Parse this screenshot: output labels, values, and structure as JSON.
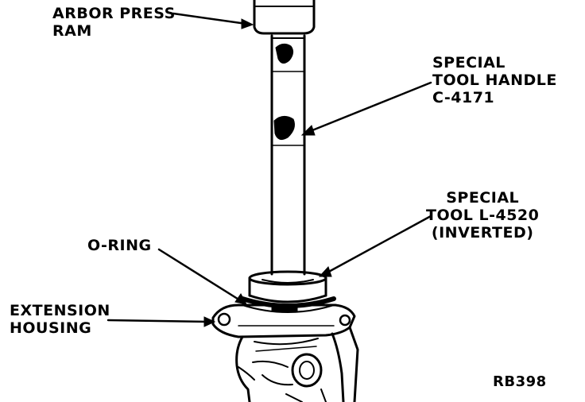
{
  "labels": {
    "arbor_press_ram": [
      "ARBOR PRESS",
      "RAM"
    ],
    "special_tool_handle": [
      "SPECIAL",
      "TOOL HANDLE",
      "C-4171"
    ],
    "special_tool_l4520": [
      "SPECIAL",
      "TOOL L-4520",
      "(INVERTED)"
    ],
    "o_ring": [
      "O-RING"
    ],
    "extension_housing": [
      "EXTENSION",
      "HOUSING"
    ]
  },
  "reference_code": "RB398"
}
